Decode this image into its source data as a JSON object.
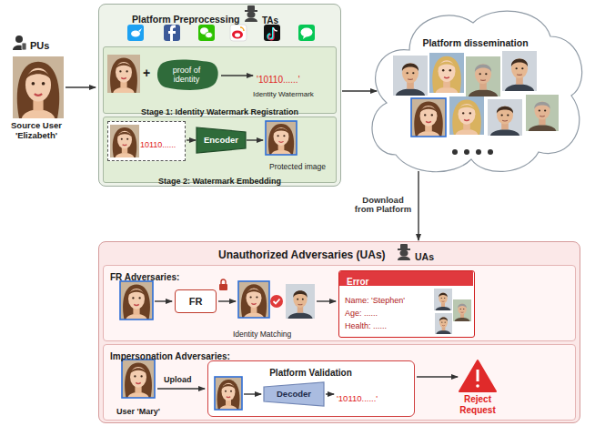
{
  "diagram": {
    "nodes": [
      {
        "text": [
          "Platform Preprocessing",
          "TAs"
        ]
      },
      {
        "text": [
          "Stage 1: Identity Watermark Registration"
        ],
        "in": 0
      },
      {
        "text": [
          "proof of identity"
        ],
        "in": 1
      },
      {
        "text": [
          "Stage 2: Watermark Embedding"
        ],
        "in": 0
      },
      {
        "text": [
          "10110......"
        ],
        "in": 3
      },
      {
        "text": [
          "Encoder"
        ],
        "in": 3
      },
      {
        "text": [
          "Platform dissemination"
        ]
      },
      {
        "text": [
          "Unauthorized Adversaries (UAs)",
          "UAs"
        ]
      },
      {
        "text": [
          "FR Adversaries:"
        ],
        "in": 7
      },
      {
        "text": [
          "FR"
        ],
        "in": 8
      },
      {
        "text": [
          "Error",
          "Name: 'Stephen'",
          "Age: ......",
          "Health: ......"
        ],
        "in": 8
      },
      {
        "text": [
          "Impersonation Adversaries:"
        ],
        "in": 7
      },
      {
        "text": [
          "Platform Validation"
        ],
        "in": 11
      },
      {
        "text": [
          "Decoder"
        ],
        "in": 12
      }
    ],
    "edges": [
      {
        "from": 4,
        "to": 5,
        "arrow": "to"
      },
      {
        "from": 0,
        "to": 6,
        "arrow": "to"
      },
      {
        "from": 6,
        "to": 7,
        "arrow": "to",
        "label": "Download from Platform"
      }
    ],
    "labels": [
      "PUs",
      "Source User 'Elizabeth'",
      "+",
      "'10110......'",
      "Identity Watermark",
      "Protected image",
      "Identity Matching",
      "User 'Mary'",
      "Upload",
      "'10110......'",
      "Reject Request"
    ]
  }
}
